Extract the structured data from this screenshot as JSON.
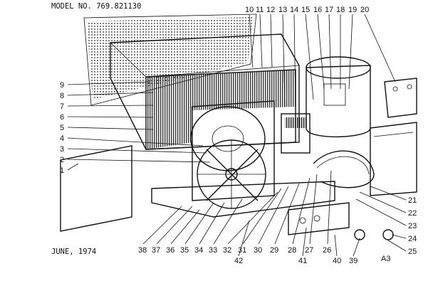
{
  "header": {
    "model_text": "MODEL NO. 769.821130"
  },
  "footer": {
    "date_text": "JUNE, 1974",
    "code_text": "A3"
  },
  "callouts": {
    "top": [
      "10",
      "11",
      "12",
      "13",
      "14",
      "15",
      "16",
      "17",
      "18",
      "19",
      "20"
    ],
    "left": [
      "9",
      "8",
      "7",
      "6",
      "5",
      "4",
      "3",
      "2",
      "1"
    ],
    "right": [
      "21",
      "22",
      "23",
      "24",
      "25"
    ],
    "bottom": [
      "38",
      "37",
      "36",
      "35",
      "34",
      "33",
      "32",
      "31",
      "30",
      "29",
      "28",
      "27",
      "26"
    ],
    "lower": [
      "42",
      "41",
      "40",
      "39"
    ]
  }
}
